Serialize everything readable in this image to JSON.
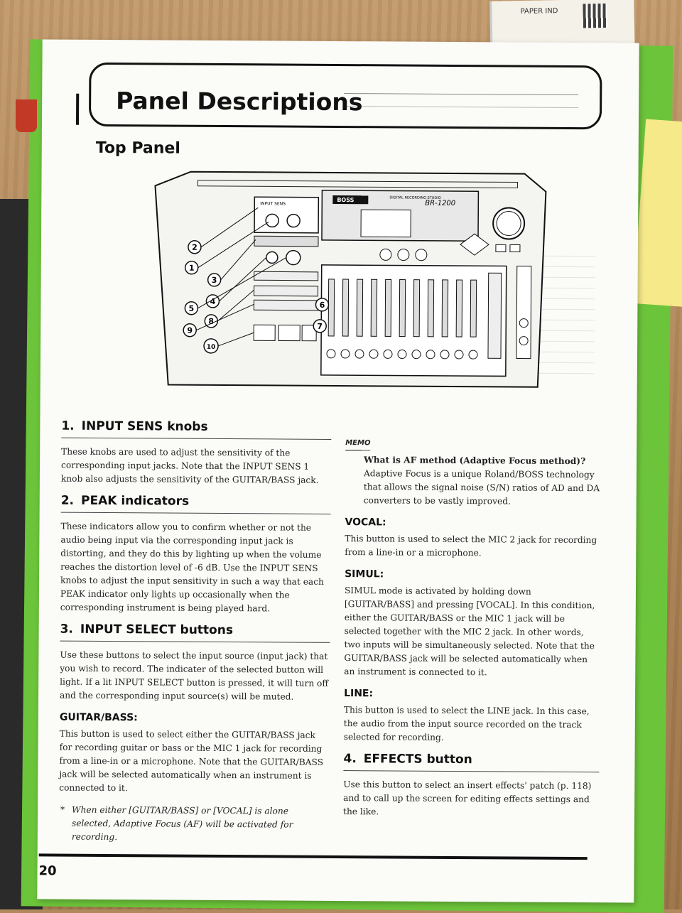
{
  "page": {
    "title": "Panel Descriptions",
    "subtitle": "Top Panel",
    "page_number": "20"
  },
  "diagram": {
    "brand": "BOSS",
    "model": "BR-1200",
    "device_caption": "DIGITAL RECORDING STUDIO",
    "input_label": "INPUT SENS",
    "callouts": [
      "2",
      "1",
      "3",
      "4",
      "5",
      "6",
      "7",
      "8",
      "9",
      "10"
    ]
  },
  "left_column": {
    "s1": {
      "num": "1.",
      "title": "INPUT SENS knobs",
      "body": "These knobs are used to adjust the sensitivity of the corresponding input jacks. Note that the INPUT SENS 1 knob also adjusts the sensitivity of the GUITAR/BASS jack."
    },
    "s2": {
      "num": "2.",
      "title": "PEAK indicators",
      "body": "These indicators allow you to confirm whether or not the audio being input via the corresponding input jack is distorting, and they do this by lighting up when the volume reaches the distortion level of -6 dB. Use the INPUT SENS knobs to adjust the input sensitivity in such a way that each PEAK indicator only lights up occasionally when the corresponding instrument is being played hard."
    },
    "s3": {
      "num": "3.",
      "title": "INPUT SELECT buttons",
      "body": "Use these buttons to select the input source (input jack) that you wish to record. The indicater of the selected button will light. If a lit INPUT SELECT button is pressed, it will turn off and the corresponding input source(s) will be muted."
    },
    "guitar": {
      "title": "GUITAR/BASS:",
      "body": "This button is used to select either the GUITAR/BASS jack for recording guitar or bass or the MIC 1 jack for recording from a line-in or a microphone. Note that the GUITAR/BASS jack will be selected automatically when an instrument is connected to it."
    },
    "note": {
      "star": "*",
      "text": "When either [GUITAR/BASS] or [VOCAL] is alone selected, Adaptive Focus (AF) will be activated for recording."
    }
  },
  "right_column": {
    "memo": {
      "label": "MEMO",
      "question": "What is AF method (Adaptive Focus method)?",
      "answer": "Adaptive Focus is a unique Roland/BOSS technology that allows the signal noise (S/N) ratios of AD and DA converters to be vastly improved."
    },
    "vocal": {
      "title": "VOCAL:",
      "body": "This button is used to select the MIC 2 jack for recording from a line-in or a microphone."
    },
    "simul": {
      "title": "SIMUL:",
      "body": "SIMUL mode is activated by holding down [GUITAR/BASS] and pressing [VOCAL]. In this condition, either the GUITAR/BASS or the MIC 1 jack will be selected together with the MIC 2 jack. In other words, two inputs will be simultaneously selected. Note that the GUITAR/BASS jack will be selected automatically when an instrument is connected to it."
    },
    "line": {
      "title": "LINE:",
      "body": "This button is used to select the LINE jack. In this case, the audio from the input source recorded on the track selected for recording."
    },
    "s4": {
      "num": "4.",
      "title": "EFFECTS button",
      "body": "Use this button to select an insert effects' patch (p. 118) and to call up the screen for editing effects settings and the like."
    }
  },
  "surroundings": {
    "box_label": "PAPER IND"
  }
}
